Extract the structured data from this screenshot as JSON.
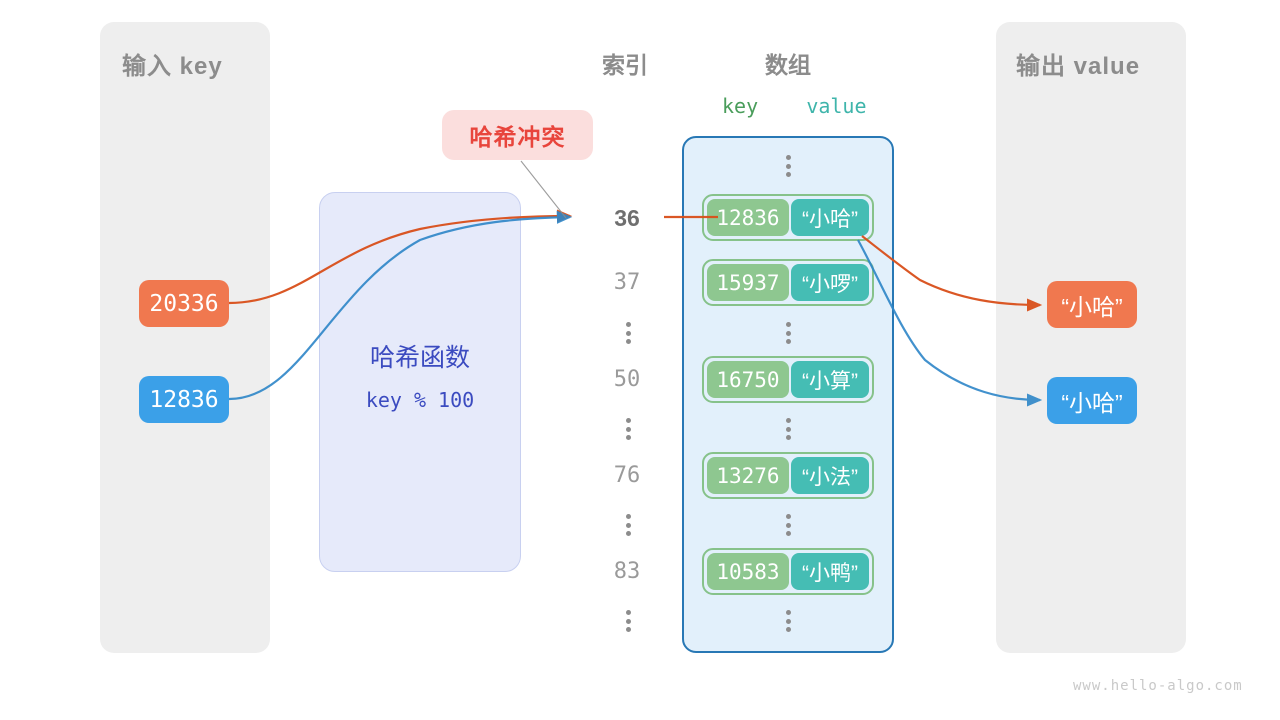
{
  "input_panel": {
    "title": "输入 key",
    "keys": [
      {
        "value": "20336",
        "color": "#f0784f"
      },
      {
        "value": "12836",
        "color": "#3ba0e8"
      }
    ]
  },
  "hash_function": {
    "title": "哈希函数",
    "formula": "key % 100"
  },
  "callout": {
    "label": "哈希冲突",
    "text_color": "#e8453c",
    "bg_color": "#fbdedd"
  },
  "columns": {
    "index_title": "索引",
    "array_title": "数组",
    "key_header": "key",
    "value_header": "value"
  },
  "array": {
    "rows": [
      {
        "index": "",
        "dots": true
      },
      {
        "index": "36",
        "key": "12836",
        "value": "“小哈”",
        "highlight": true
      },
      {
        "index": "37",
        "key": "15937",
        "value": "“小啰”",
        "highlight": false
      },
      {
        "index": "",
        "dots": true
      },
      {
        "index": "50",
        "key": "16750",
        "value": "“小算”",
        "highlight": false
      },
      {
        "index": "",
        "dots": true
      },
      {
        "index": "76",
        "key": "13276",
        "value": "“小法”",
        "highlight": false
      },
      {
        "index": "",
        "dots": true
      },
      {
        "index": "83",
        "key": "10583",
        "value": "“小鸭”",
        "highlight": false
      },
      {
        "index": "",
        "dots": true
      }
    ]
  },
  "output_panel": {
    "title": "输出 value",
    "values": [
      {
        "value": "“小哈”",
        "color": "#f0784f"
      },
      {
        "value": "“小哈”",
        "color": "#3ba0e8"
      }
    ]
  },
  "colors": {
    "key_cell": "#8ec790",
    "value_cell": "#45bdb4",
    "array_border": "#2878b5",
    "array_fill": "#e2f0fb",
    "panel_fill": "#eeeeee",
    "hash_fill": "#e6eafa",
    "hash_text": "#3b4bc0",
    "orange": "#f0784f",
    "blue": "#3ba0e8"
  },
  "watermark": "www.hello-algo.com"
}
